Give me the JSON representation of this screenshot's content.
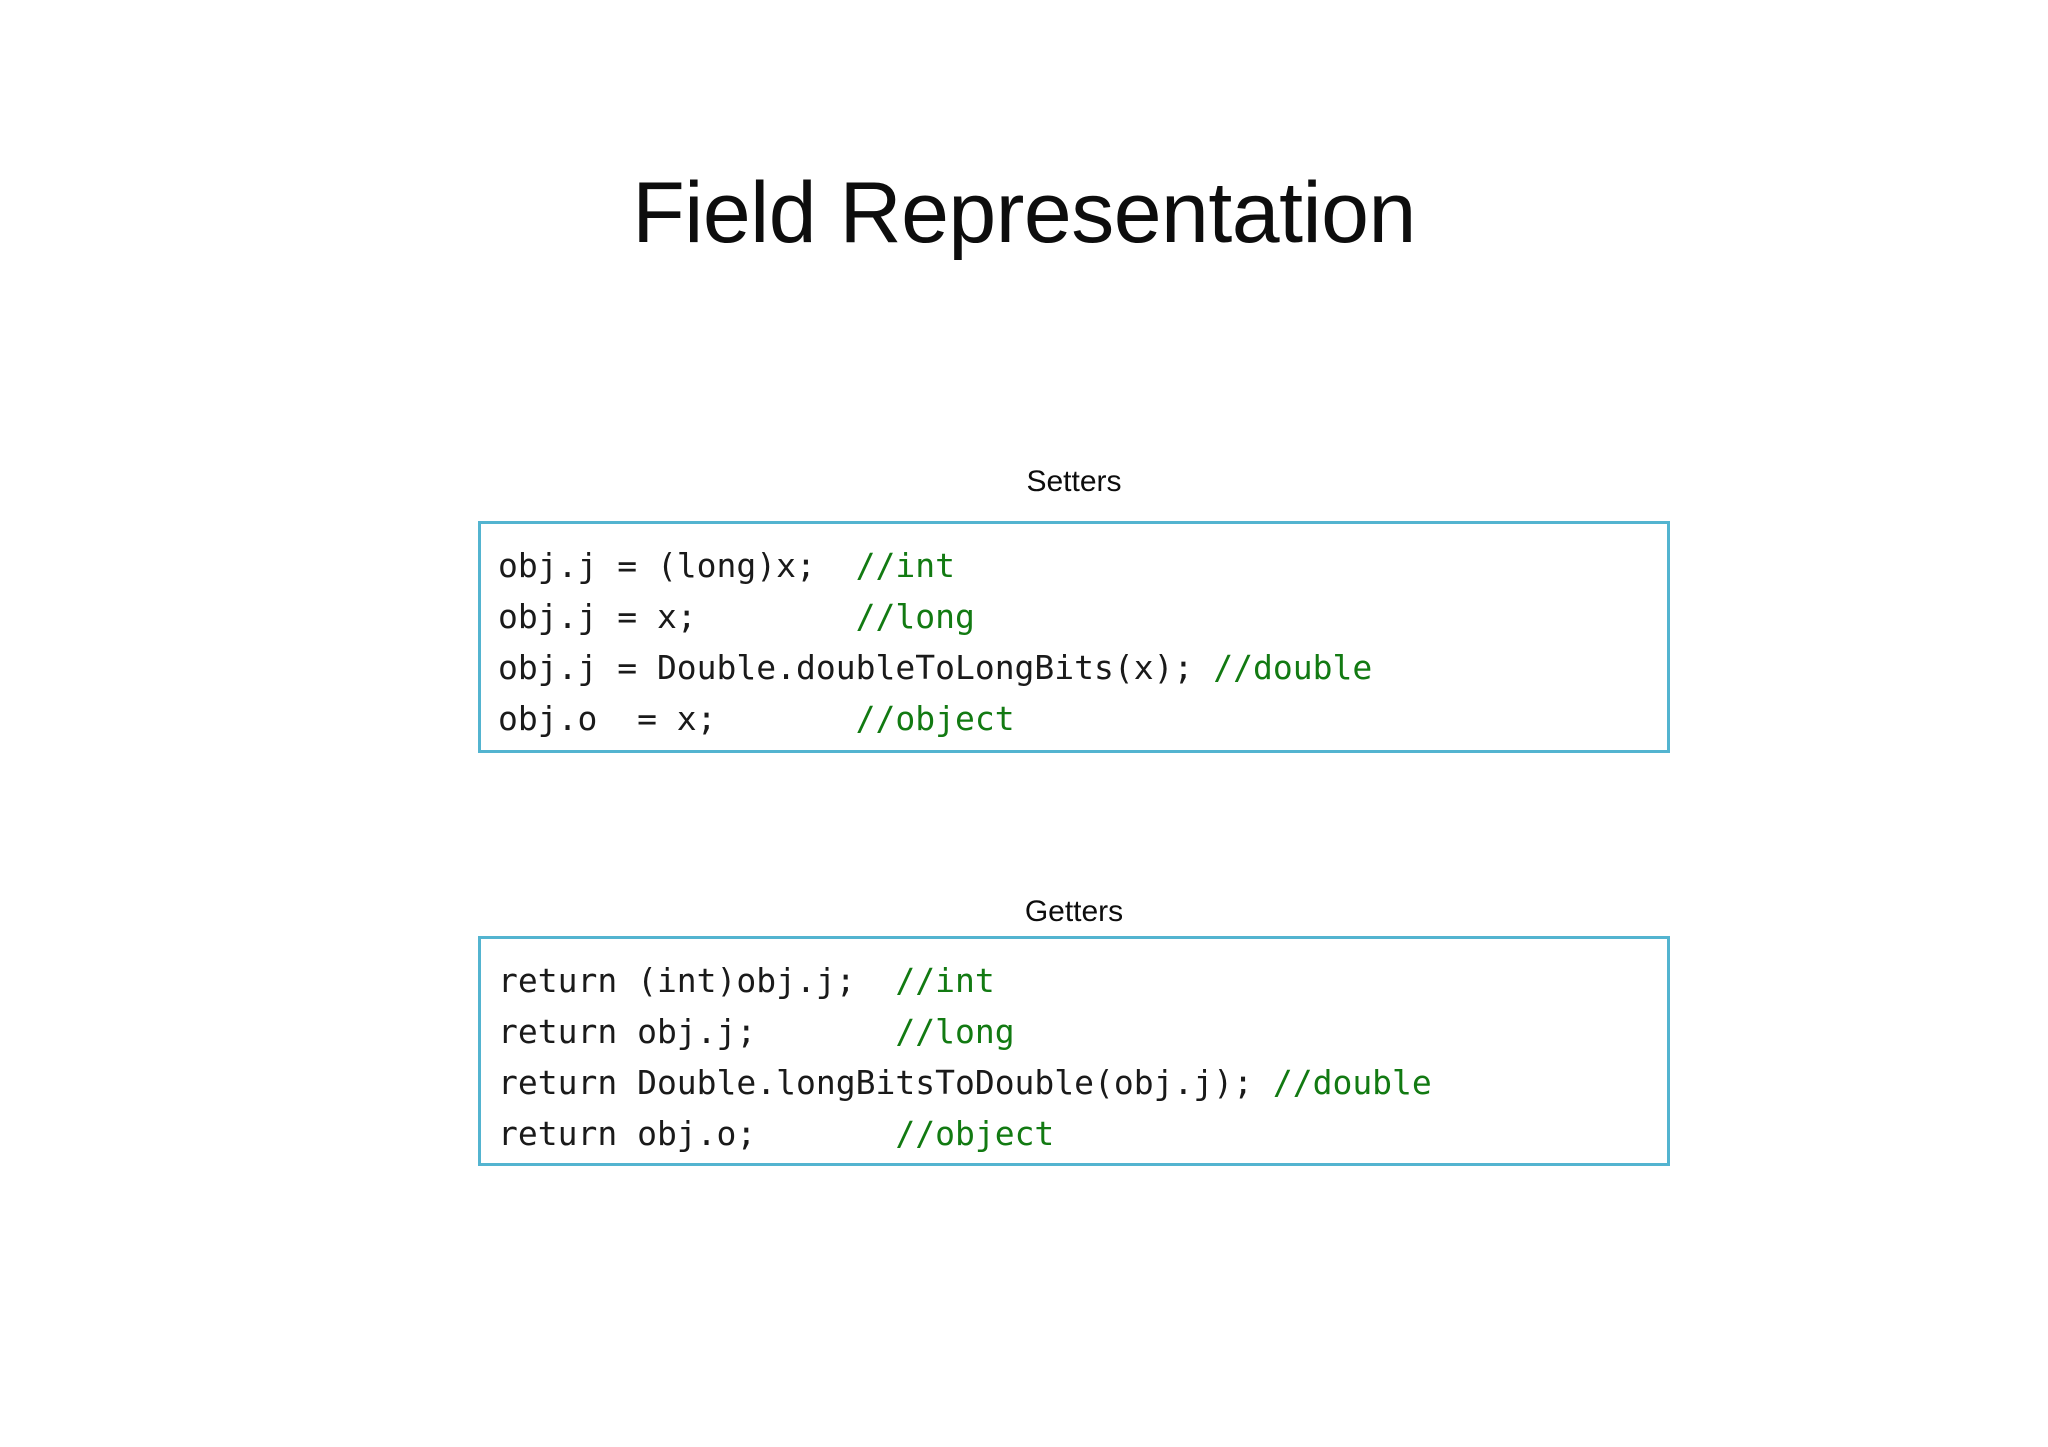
{
  "slide": {
    "title": "Field Representation",
    "background_color": "#ffffff",
    "title_color": "#0d0d0d"
  },
  "theme": {
    "box_border_color": "#53b4d0",
    "code_text_color": "#1a1a1a",
    "comment_color": "#127a12"
  },
  "sections": {
    "setters": {
      "caption": "Setters",
      "lines": [
        {
          "code": "obj.j = (long)x;  ",
          "comment": "//int"
        },
        {
          "code": "obj.j = x;        ",
          "comment": "//long"
        },
        {
          "code": "obj.j = Double.doubleToLongBits(x); ",
          "comment": "//double"
        },
        {
          "code": "obj.o  = x;       ",
          "comment": "//object"
        }
      ]
    },
    "getters": {
      "caption": "Getters",
      "lines": [
        {
          "code": "return (int)obj.j;  ",
          "comment": "//int"
        },
        {
          "code": "return obj.j;       ",
          "comment": "//long"
        },
        {
          "code": "return Double.longBitsToDouble(obj.j); ",
          "comment": "//double"
        },
        {
          "code": "return obj.o;       ",
          "comment": "//object"
        }
      ]
    }
  }
}
